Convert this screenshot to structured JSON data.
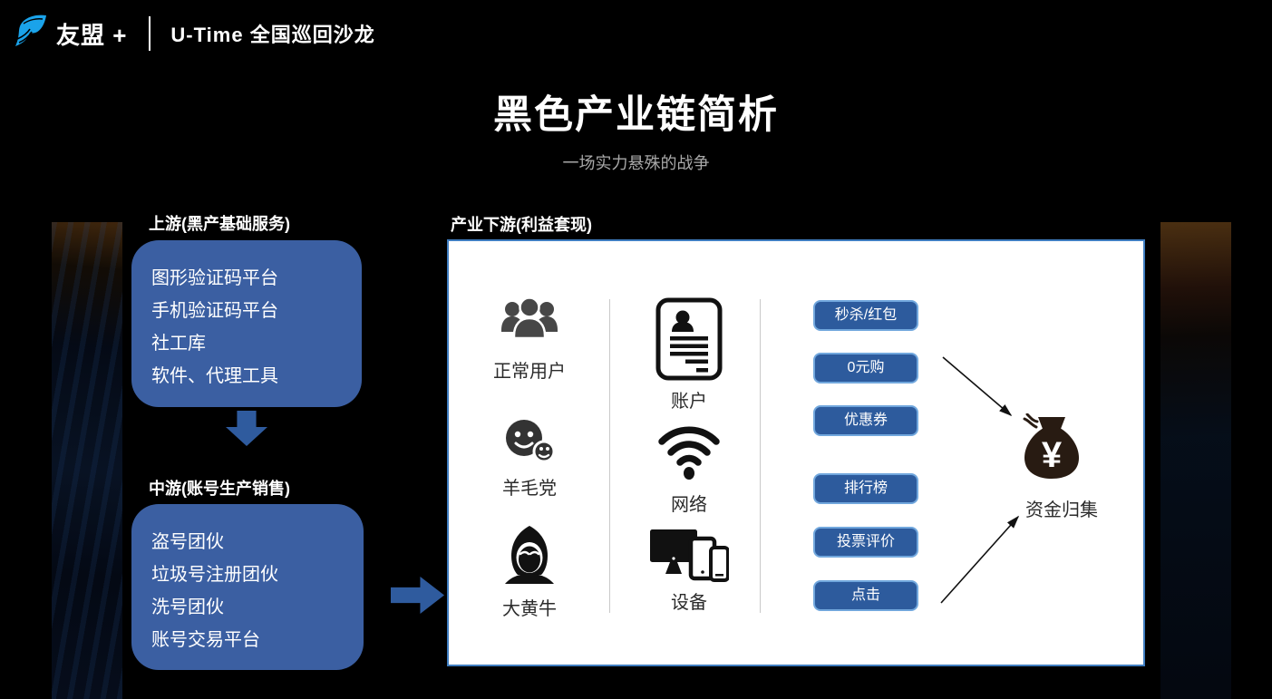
{
  "header": {
    "brand": "友盟 +",
    "event": "U-Time 全国巡回沙龙",
    "logo_icon": "umeng-bird-icon"
  },
  "title": "黑色产业链简析",
  "subtitle": "一场实力悬殊的战争",
  "upstream": {
    "label": "上游(黑产基础服务)",
    "items": [
      "图形验证码平台",
      "手机验证码平台",
      "社工库",
      "软件、代理工具"
    ]
  },
  "midstream": {
    "label": "中游(账号生产销售)",
    "items": [
      "盗号团伙",
      "垃圾号注册团伙",
      "洗号团伙",
      "账号交易平台"
    ]
  },
  "downstream": {
    "label": "产业下游(利益套现)",
    "actors": [
      {
        "icon": "users-group-icon",
        "label": "正常用户"
      },
      {
        "icon": "smileys-icon",
        "label": "羊毛党"
      },
      {
        "icon": "hooded-scalper-icon",
        "label": "大黄牛"
      }
    ],
    "resources": [
      {
        "icon": "id-card-icon",
        "label": "账户"
      },
      {
        "icon": "wifi-icon",
        "label": "网络"
      },
      {
        "icon": "devices-icon",
        "label": "设备"
      }
    ],
    "tactics": [
      "秒杀/红包",
      "0元购",
      "优惠券",
      "排行榜",
      "投票评价",
      "点击"
    ],
    "sink": {
      "icon": "money-bag-icon",
      "label": "资金归集",
      "currency": "¥"
    }
  },
  "colors": {
    "brand_blue": "#1aa3ea",
    "box_blue": "#3b5fa2",
    "arrow_blue": "#2f5b9e",
    "chip_blue": "#2d5b9d",
    "chip_border": "#71a7dd",
    "panel_border": "#3f7dc0",
    "background": "#000000"
  }
}
